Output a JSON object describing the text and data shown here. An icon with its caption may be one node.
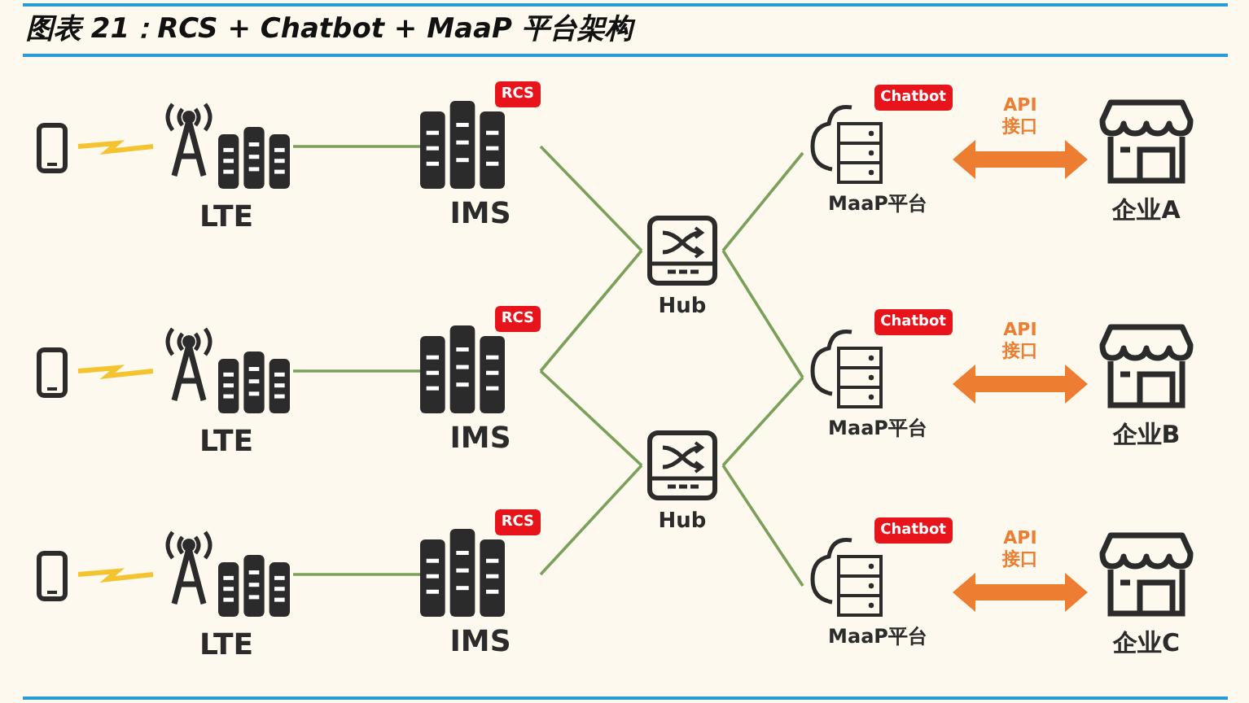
{
  "diagram": {
    "title": "图表 21：RCS + Chatbot + MaaP 平台架构",
    "nodes": [
      {
        "text": [],
        "shape": "picture"
      },
      {
        "text": [],
        "shape": "picture"
      },
      {
        "text": [],
        "shape": "picture"
      },
      {
        "text": [
          "LTE"
        ]
      },
      {
        "text": [
          "LTE"
        ]
      },
      {
        "text": [
          "LTE"
        ]
      },
      {
        "text": [
          "RCS",
          "IMS"
        ]
      },
      {
        "text": [
          "RCS",
          "IMS"
        ]
      },
      {
        "text": [
          "RCS",
          "IMS"
        ]
      },
      {
        "text": [
          "Hub"
        ]
      },
      {
        "text": [
          "Hub"
        ]
      },
      {
        "text": [
          "Chatbot",
          "MaaP平台"
        ]
      },
      {
        "text": [
          "Chatbot",
          "MaaP平台"
        ]
      },
      {
        "text": [
          "Chatbot",
          "MaaP平台"
        ]
      },
      {
        "text": [
          "企业A"
        ]
      },
      {
        "text": [
          "企业B"
        ]
      },
      {
        "text": [
          "企业C"
        ]
      }
    ],
    "edges": [
      {
        "from": 0,
        "to": 3,
        "arrow": "none",
        "color": "#f4c430"
      },
      {
        "from": 1,
        "to": 4,
        "arrow": "none",
        "color": "#f4c430"
      },
      {
        "from": 2,
        "to": 5,
        "arrow": "none",
        "color": "#f4c430"
      },
      {
        "from": 3,
        "to": 6,
        "arrow": "none"
      },
      {
        "from": 4,
        "to": 7,
        "arrow": "none"
      },
      {
        "from": 5,
        "to": 8,
        "arrow": "none"
      },
      {
        "from": 6,
        "to": 9,
        "arrow": "none"
      },
      {
        "from": 7,
        "to": 9,
        "arrow": "none"
      },
      {
        "from": 7,
        "to": 10,
        "arrow": "none"
      },
      {
        "from": 8,
        "to": 10,
        "arrow": "none"
      },
      {
        "from": 9,
        "to": 11,
        "arrow": "none"
      },
      {
        "from": 9,
        "to": 12,
        "arrow": "none"
      },
      {
        "from": 10,
        "to": 12,
        "arrow": "none"
      },
      {
        "from": 10,
        "to": 13,
        "arrow": "none"
      },
      {
        "from": 11,
        "to": 14,
        "arrow": "both",
        "label": "API 接口",
        "style": "thick",
        "color": "#ed7d31"
      },
      {
        "from": 12,
        "to": 15,
        "arrow": "both",
        "label": "API 接口",
        "style": "thick",
        "color": "#ed7d31"
      },
      {
        "from": 13,
        "to": 16,
        "arrow": "both",
        "label": "API 接口",
        "style": "thick",
        "color": "#ed7d31"
      }
    ]
  }
}
